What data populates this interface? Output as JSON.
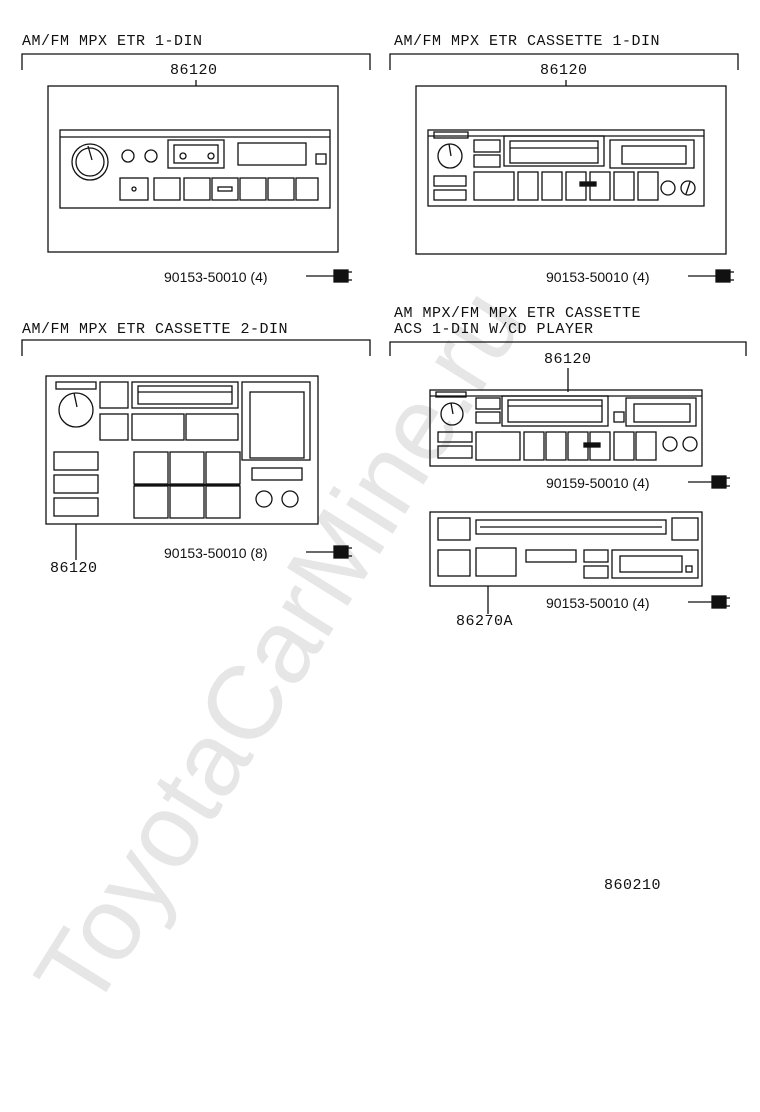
{
  "watermark": "ToyotaCarMine.ru",
  "diagram_id": "860210",
  "sections": [
    {
      "title": "AM/FM MPX ETR 1-DIN",
      "part_number": "86120",
      "screw": "90153-50010 (4)"
    },
    {
      "title": "AM/FM MPX ETR CASSETTE 1-DIN",
      "part_number": "86120",
      "screw": "90153-50010 (4)"
    },
    {
      "title": "AM/FM MPX ETR CASSETTE 2-DIN",
      "part_number": "86120",
      "screw": "90153-50010 (8)"
    },
    {
      "title_line1": "AM MPX/FM MPX ETR CASSETTE",
      "title_line2": "ACS 1-DIN W/CD PLAYER",
      "part_number": "86120",
      "screw": "90159-50010 (4)",
      "cd_part_number": "86270A",
      "cd_screw": "90153-50010 (4)"
    }
  ]
}
